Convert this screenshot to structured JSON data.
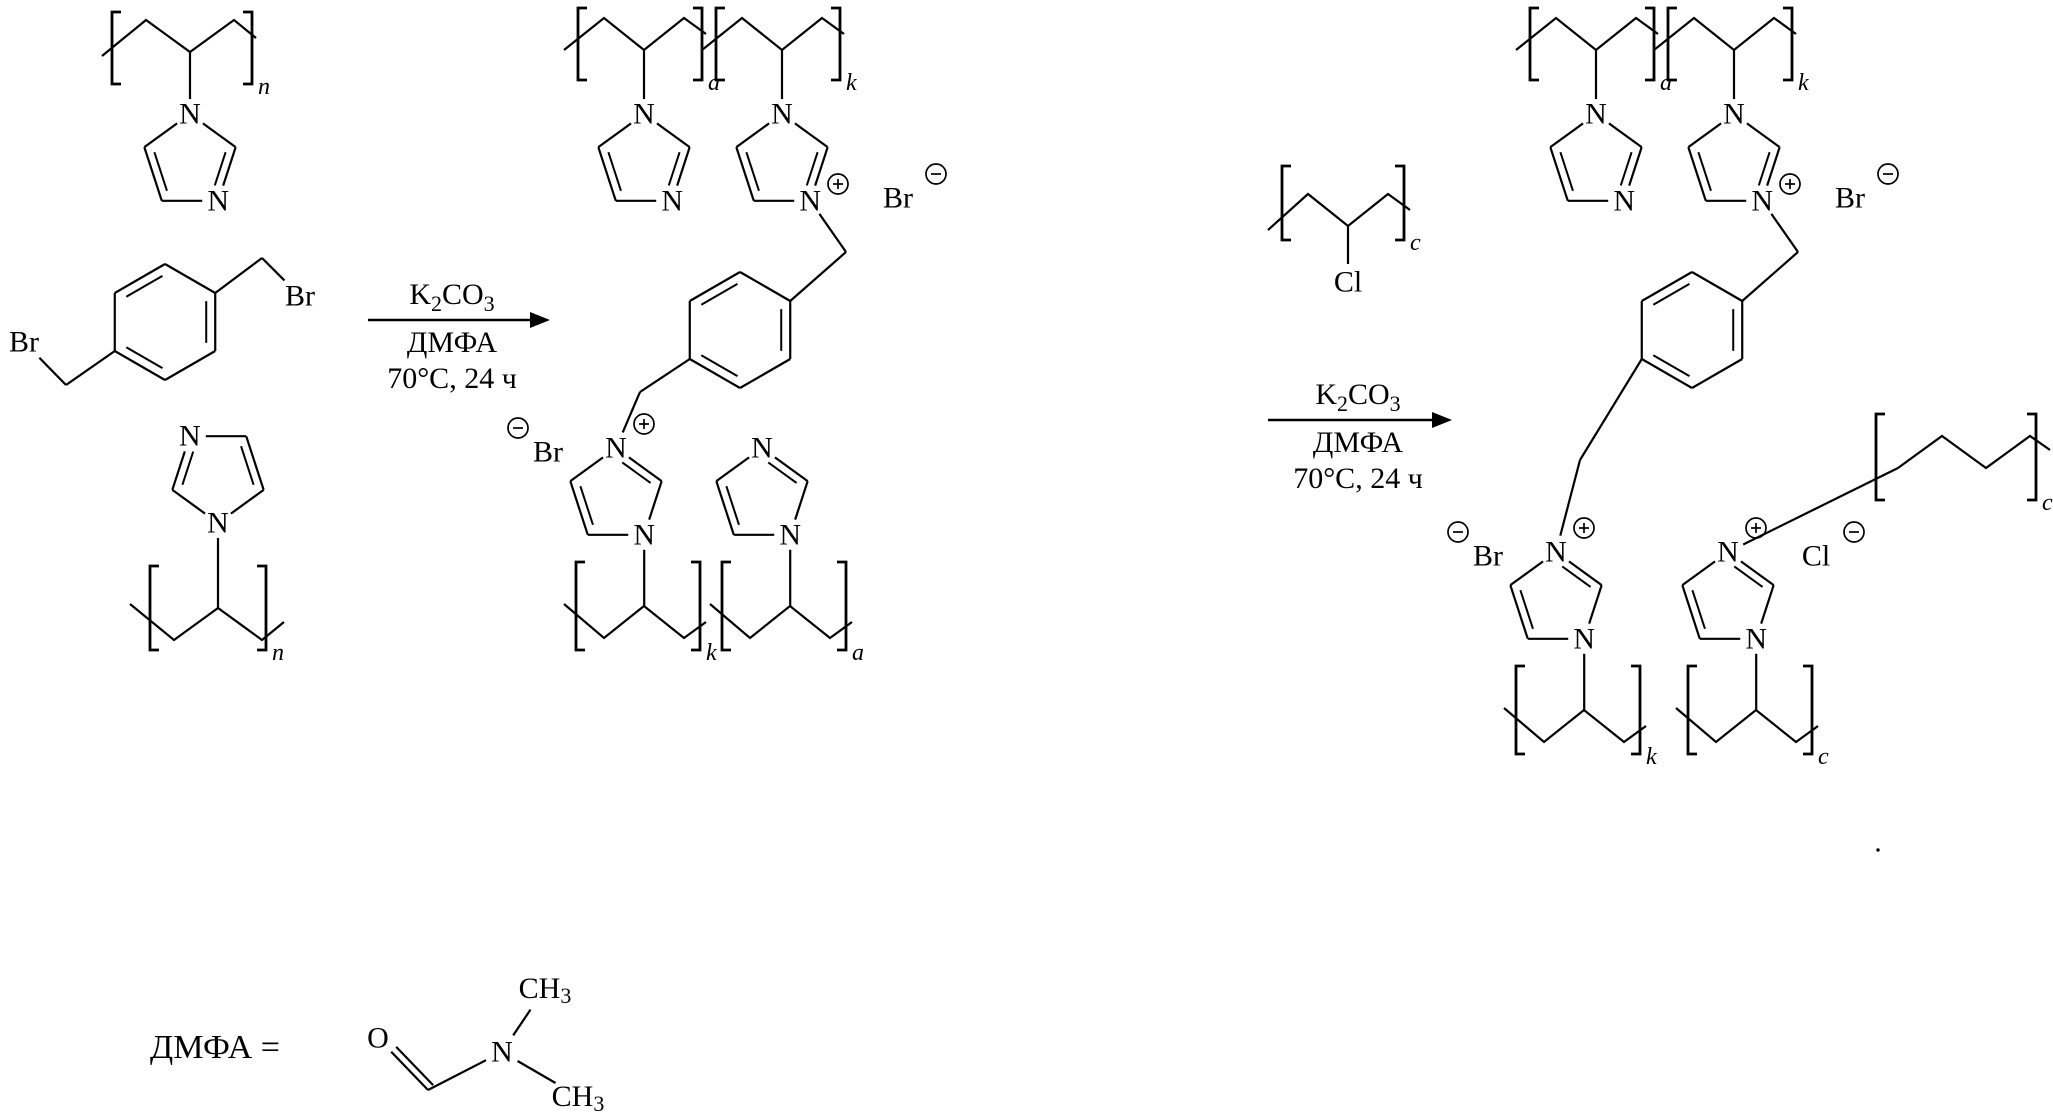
{
  "labels": {
    "N": "N",
    "Br": "Br",
    "Cl": "Cl",
    "O": "O"
  },
  "subscripts": {
    "n": "n",
    "a": "a",
    "k": "k",
    "c": "c"
  },
  "fragments": {
    "ch": "CH",
    "three": "3"
  },
  "conditions": {
    "reagent": {
      "p1": "K",
      "s1": "2",
      "p2": "CO",
      "s2": "3"
    },
    "solvent": "ДМФА",
    "temp_time": "70°C, 24 ч"
  },
  "dmf": {
    "prefix": "ДМФА ="
  },
  "misc": {
    "period": "."
  },
  "icons": {
    "positive_charge": "circled-plus",
    "negative_charge": "circled-minus"
  },
  "colors": {
    "ink": "#000000",
    "background": "#ffffff"
  }
}
